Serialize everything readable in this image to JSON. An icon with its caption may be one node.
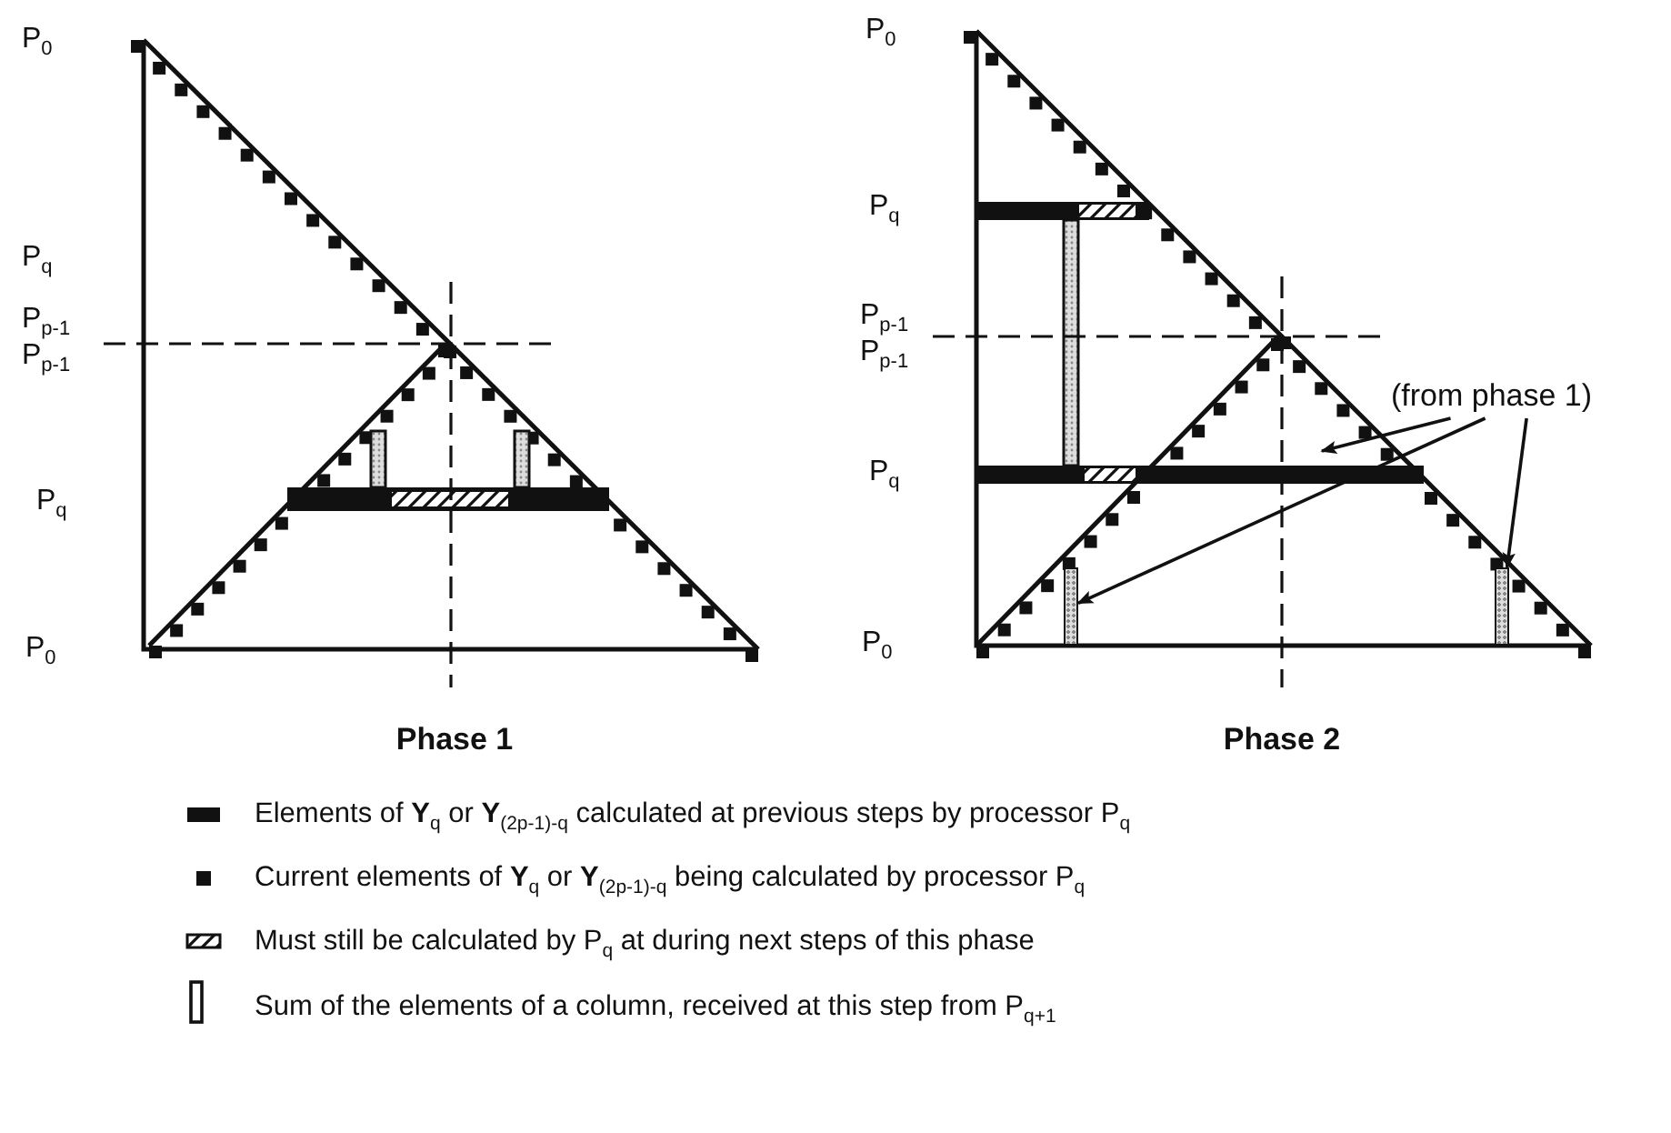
{
  "diagram": {
    "nodes": [
      {
        "text": [
          "(from phase 1)"
        ]
      },
      {
        "text": [],
        "shape": "bar"
      },
      {
        "text": [],
        "shape": "bar"
      }
    ],
    "edges": [
      {
        "from": 0,
        "to": null,
        "arrow": "to"
      },
      {
        "from": 0,
        "to": 1,
        "arrow": "to"
      },
      {
        "from": 0,
        "to": 2,
        "arrow": "to"
      }
    ],
    "labels": [
      "P$_{0}$",
      "P$_{q}$",
      "P$_{p-1}$",
      "P$_{p-1}$",
      "P$_{q}$",
      "P$_{0}$",
      "Phase 1",
      "P$_{0}$",
      "P$_{q}$",
      "P$_{p-1}$",
      "P$_{p-1}$",
      "P$_{q}$",
      "P$_{0}$",
      "Phase 2"
    ],
    "legend": [
      {
        "text": "Elements of **Y**$_{q}$ or **Y**$_{(2p-1)-q}$ calculated at previous steps by processor P$_{q}$"
      },
      {
        "text": "Current elements of **Y**$_{q}$ or **Y**$_{(2p-1)-q}$ being calculated by processor P$_{q}$"
      },
      {
        "text": "Must still be calculated by P$_{q}$ at during next steps of this phase"
      },
      {
        "text": "Sum of the elements of a column, received at this step from P$_{q+1}$"
      }
    ]
  }
}
